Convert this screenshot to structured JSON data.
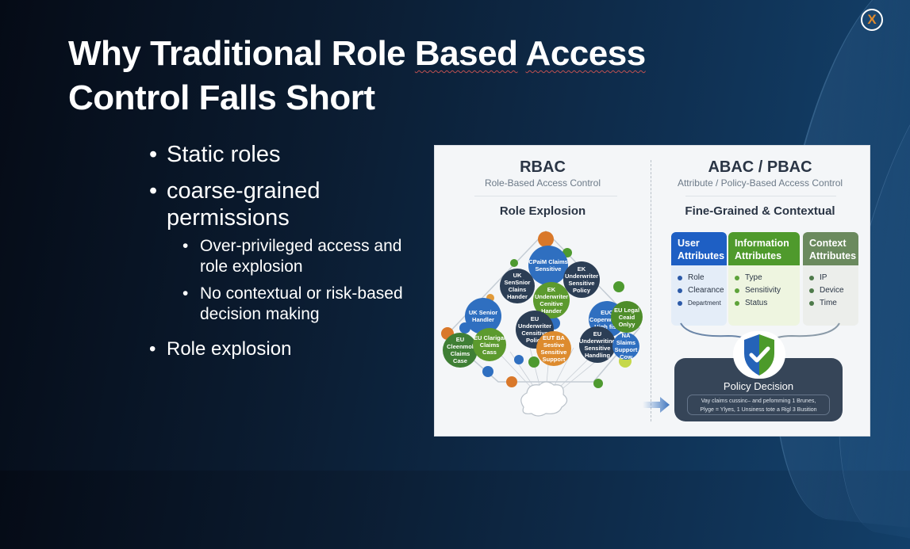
{
  "slide": {
    "title_line1_parts": [
      "Why Traditional Role ",
      "Based",
      " ",
      "Access"
    ],
    "title_line2": "Control Falls Short",
    "logo_glyph": "X",
    "bullets": [
      {
        "text": "Static roles"
      },
      {
        "text": "coarse-grained permissions",
        "sub": [
          "Over-privileged access and role explosion",
          "No contextual or risk-based decision making"
        ]
      },
      {
        "text": "Role explosion"
      }
    ],
    "bullet_glyph": "•"
  },
  "diagram": {
    "left": {
      "heading": "RBAC",
      "subtitle": "Role-Based Access Control",
      "section": "Role Explosion",
      "role_bubbles": [
        {
          "label": "CPaiM Claims Sensitive",
          "color": "#2f6fc0"
        },
        {
          "label": "EK Underwriter Sensitive Policy",
          "color": "#2c3e55"
        },
        {
          "label": "UK SenSnior Clains Hander",
          "color": "#2c3e55"
        },
        {
          "label": "EK Underwriter Cenitive Hander",
          "color": "#5c9a2e"
        },
        {
          "label": "UK Senior Handler",
          "color": "#2f6fc0"
        },
        {
          "label": "EU Underwriter Censitive Policy",
          "color": "#2c3e55"
        },
        {
          "label": "EUC Coperwritier High fisk",
          "color": "#2f6fc0"
        },
        {
          "label": "EU Legal Ceaid Onlyy",
          "color": "#4e8d2a"
        },
        {
          "label": "EU Cleenmol Claims Case",
          "color": "#3f7f35"
        },
        {
          "label": "EU Clarigal Claims Cass",
          "color": "#5c9a2e"
        },
        {
          "label": "EUT BA Sestive Sensitive Support",
          "color": "#dd8b2e"
        },
        {
          "label": "EU Underwriting Sensitive Handling",
          "color": "#2c3e55"
        },
        {
          "label": "NA Slaims Support Cow",
          "color": "#2f6fc0"
        }
      ]
    },
    "right": {
      "heading": "ABAC / PBAC",
      "subtitle": "Attribute / Policy-Based Access Control",
      "section": "Fine-Grained & Contextual",
      "attribute_groups": [
        {
          "title": "User Attributes",
          "header_color": "#1e5fc4",
          "body_color": "#e4edf8",
          "dot_color": "#2c5aa8",
          "items": [
            "Role",
            "Clearance",
            "Department"
          ]
        },
        {
          "title": "Information Attributes",
          "header_color": "#4f9a2c",
          "body_color": "#eef5e0",
          "dot_color": "#5ea33a",
          "items": [
            "Type",
            "Sensitivity",
            "Status"
          ]
        },
        {
          "title": "Context Attributes",
          "header_color": "#6b8a5e",
          "body_color": "#eceeeb",
          "dot_color": "#4e7a4a",
          "items": [
            "IP",
            "Device",
            "Time"
          ]
        }
      ],
      "policy_title": "Policy Decision",
      "policy_note_line1": "Vay claims cussinc– and pefomming 1 Brunes,",
      "policy_note_line2": "Plyge = Ylyes, 1 Unsiness tote a Rigl 3 Busition",
      "shield_colors": [
        "#2563b8",
        "#4c9a2a"
      ]
    }
  }
}
